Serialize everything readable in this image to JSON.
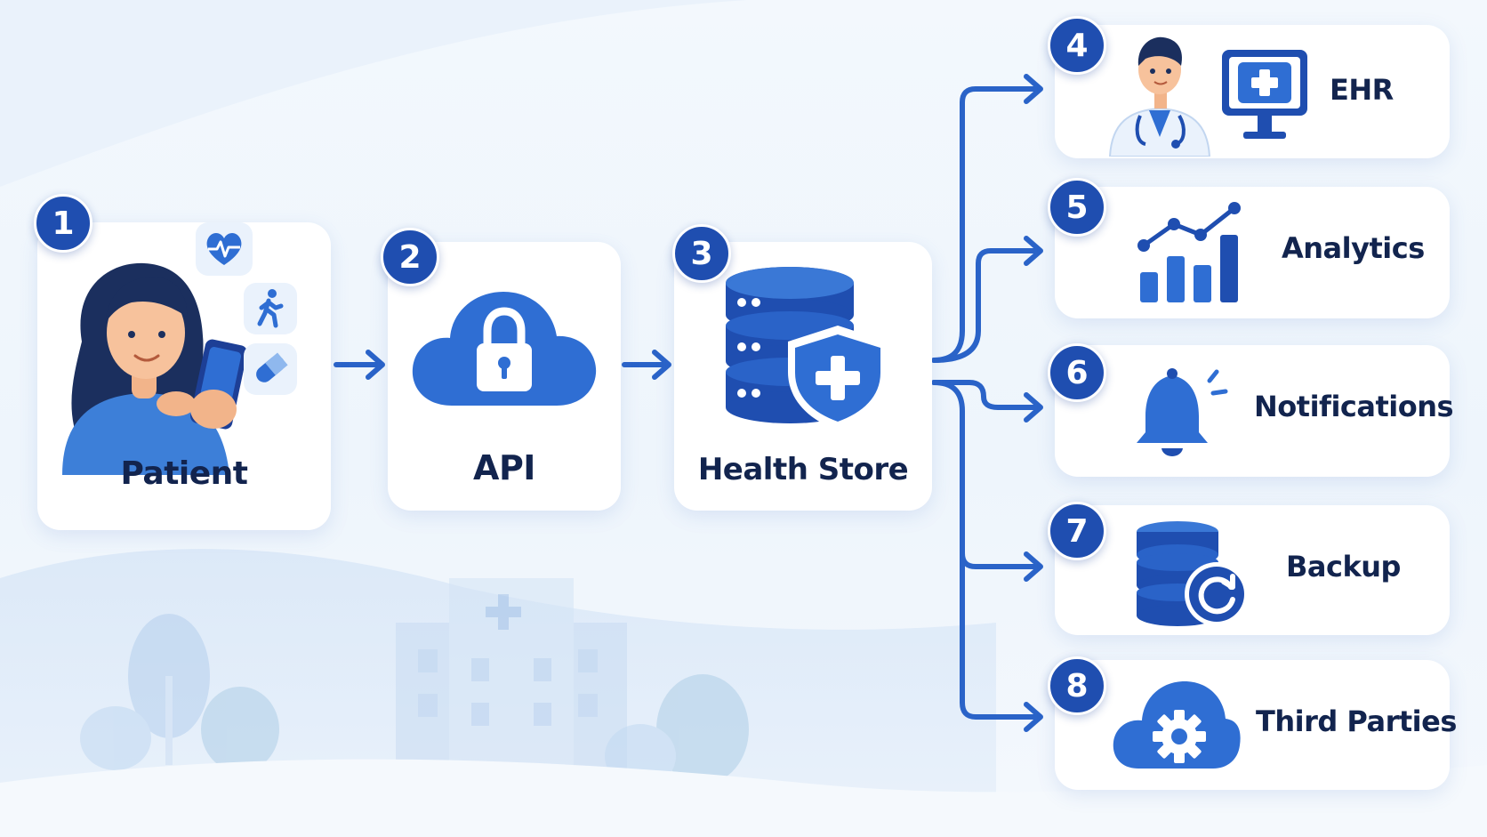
{
  "steps": [
    {
      "number": "1",
      "label": "Patient"
    },
    {
      "number": "2",
      "label": "API"
    },
    {
      "number": "3",
      "label": "Health Store"
    }
  ],
  "destinations": [
    {
      "number": "4",
      "label": "EHR",
      "icon": "doctor-monitor-icon"
    },
    {
      "number": "5",
      "label": "Analytics",
      "icon": "bar-chart-icon"
    },
    {
      "number": "6",
      "label": "Notifications",
      "icon": "bell-icon"
    },
    {
      "number": "7",
      "label": "Backup",
      "icon": "database-backup-icon"
    },
    {
      "number": "8",
      "label": "Third Parties",
      "icon": "cloud-gear-icon"
    }
  ],
  "patient_icons": [
    "heart-rate-icon",
    "walking-icon",
    "pill-icon"
  ],
  "colors": {
    "primary": "#1f4eb0",
    "accent": "#3a78d6",
    "text": "#12244e",
    "card": "#ffffff",
    "background": "#eef5fc"
  }
}
